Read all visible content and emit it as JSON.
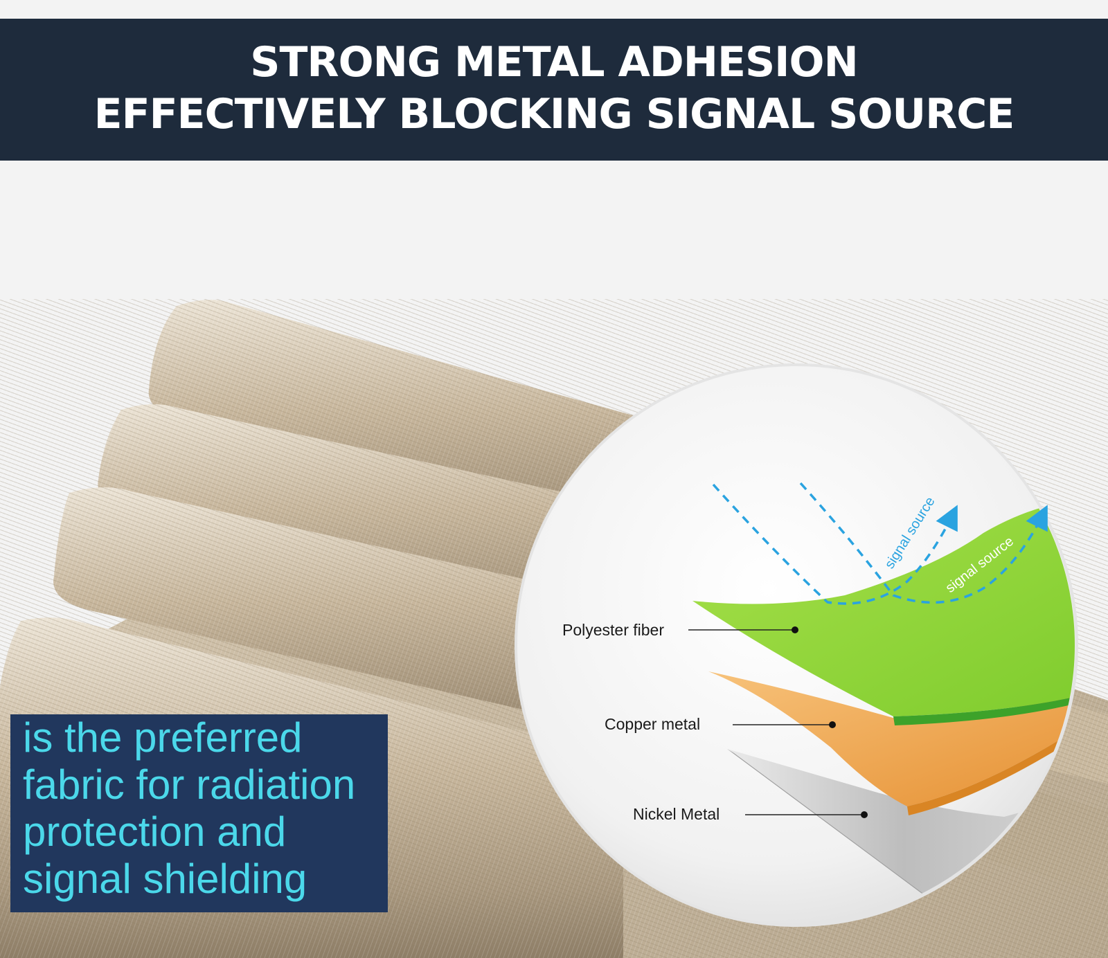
{
  "header": {
    "line1": "STRONG METAL ADHESION",
    "line2": "EFFECTIVELY BLOCKING SIGNAL SOURCE",
    "background_color": "#1e2b3c",
    "text_color": "#ffffff"
  },
  "caption": {
    "lines": [
      "is the preferred",
      "fabric for radiation",
      "protection and",
      "signal shielding"
    ],
    "background_color": "#21375d",
    "text_color": "#4bd8ea"
  },
  "diagram": {
    "layers": [
      {
        "label": "Polyester fiber",
        "color": "#8ed63a"
      },
      {
        "label": "Copper metal",
        "color": "#f0a545"
      },
      {
        "label": "Nickel Metal",
        "color": "#c9c9c9"
      }
    ],
    "signal_labels": [
      "signal source",
      "signal source"
    ],
    "signal_color": "#2aa3e0"
  }
}
